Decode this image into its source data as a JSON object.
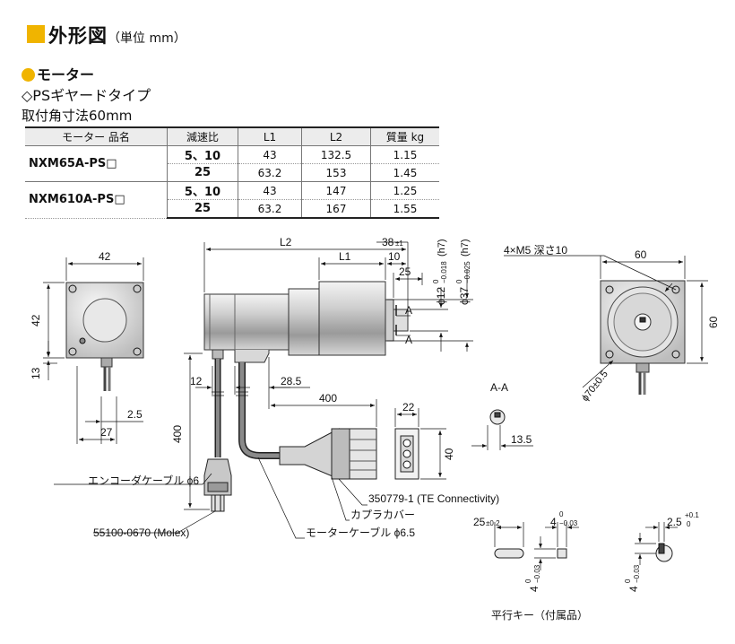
{
  "header": {
    "title": "外形図",
    "unit": "（単位 mm）"
  },
  "section": {
    "motor": "モーター",
    "type": "◇PSギヤードタイプ",
    "flange": "取付角寸法60mm"
  },
  "table": {
    "headers": [
      "モーター 品名",
      "減速比",
      "L1",
      "L2",
      "質量 kg"
    ],
    "rows": [
      {
        "name": "NXM65A-PS□",
        "ratio": "5、10",
        "l1": "43",
        "l2": "132.5",
        "mass": "1.15"
      },
      {
        "name": "",
        "ratio": "25",
        "l1": "63.2",
        "l2": "153",
        "mass": "1.45"
      },
      {
        "name": "NXM610A-PS□",
        "ratio": "5、10",
        "l1": "43",
        "l2": "147",
        "mass": "1.25"
      },
      {
        "name": "",
        "ratio": "25",
        "l1": "63.2",
        "l2": "167",
        "mass": "1.55"
      }
    ]
  },
  "dims": {
    "d42_top": "42",
    "d42_side": "42",
    "d13": "13",
    "d2_5": "2.5",
    "d27": "27",
    "L2": "L2",
    "L1": "L1",
    "d38": "38",
    "d38_tol": "±1",
    "d10": "10",
    "d25": "25",
    "phi12": "ϕ12",
    "phi12_tol_u": "0",
    "phi12_tol_l": "−0.018",
    "phi12_fit": "(h7)",
    "phi37": "ϕ37",
    "phi37_tol_u": "0",
    "phi37_tol_l": "−0.025",
    "phi37_fit": "(h7)",
    "A_top": "A",
    "A_bot": "A",
    "d12": "12",
    "d28_5": "28.5",
    "d400_h": "400",
    "d400_v": "400",
    "d22": "22",
    "d40": "40",
    "d60_top": "60",
    "d60_side": "60",
    "m5": "4×M5 深さ10",
    "phi70": "ϕ70±0.5",
    "section": "A-A",
    "d13_5": "13.5"
  },
  "labels": {
    "encoder_cable": "エンコーダケーブル ϕ6",
    "molex": "55100-0670 (Molex)",
    "te": "350779-1 (TE Connectivity)",
    "coupler": "カプラカバー",
    "motor_cable": "モーターケーブル ϕ6.5"
  },
  "key": {
    "len": "25",
    "len_tol": "±0.2",
    "width": "4",
    "width_tol_u": "0",
    "width_tol_l": "−0.03",
    "height": "4",
    "height_tol_u": "0",
    "height_tol_l": "−0.03",
    "height2": "4",
    "height2_tol_u": "0",
    "height2_tol_l": "−0.03",
    "depth": "2.5",
    "depth_tol_u": "+0.1",
    "depth_tol_l": "0",
    "caption": "平行キー（付属品）"
  }
}
